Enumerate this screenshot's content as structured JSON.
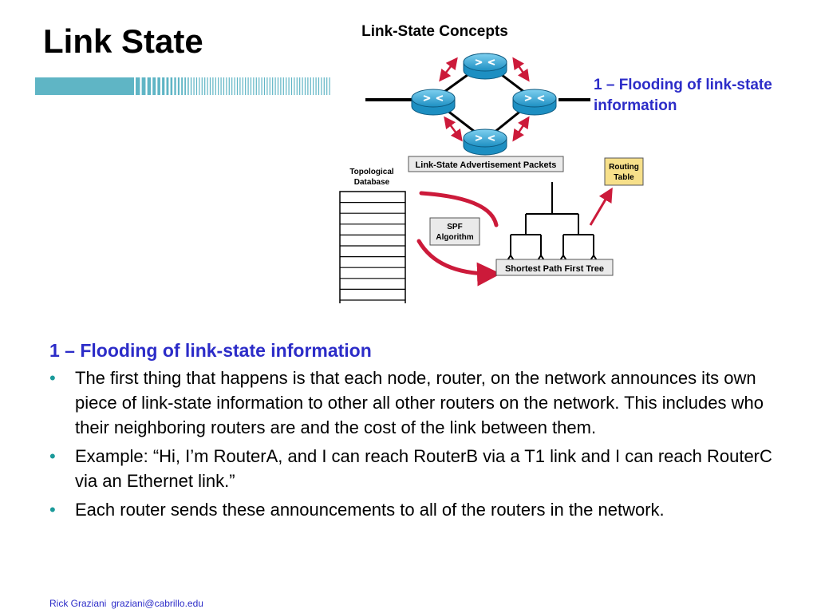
{
  "slide": {
    "title": "Link State",
    "callout": "1 – Flooding of link-state information"
  },
  "diagram": {
    "title": "Link-State Concepts",
    "lsa_label": "Link-State Advertisement Packets",
    "topo_label_line1": "Topological",
    "topo_label_line2": "Database",
    "spf_label_line1": "SPF",
    "spf_label_line2": "Algorithm",
    "tree_label": "Shortest Path First Tree",
    "routing_label_line1": "Routing",
    "routing_label_line2": "Table",
    "colors": {
      "router": "#2a9fd0",
      "arrow": "#cc1a3a",
      "routing_table_fill": "#f7e08a"
    },
    "icons": [
      "router-icon",
      "double-arrow-icon",
      "database-table-icon",
      "tree-icon",
      "curved-arrow-icon"
    ]
  },
  "content": {
    "heading": "1 – Flooding of link-state information",
    "bullet_glyph": "•",
    "bullets": [
      "The first thing that happens is that each node, router, on the network announces its own piece of link-state information to other all other routers on the network.  This includes who their neighboring routers are and the cost of the link between them.",
      "Example:  “Hi, I’m RouterA, and I can reach RouterB via a T1 link and I can reach RouterC via an Ethernet link.”",
      "Each router sends these announcements to all of the routers in the network."
    ]
  },
  "footer": {
    "author": "Rick Graziani",
    "email": "graziani@cabrillo.edu"
  },
  "colors": {
    "accent_blue": "#2c2cc8",
    "bullet_teal": "#1a9a9a",
    "decor_teal": "#5fb5c5"
  }
}
